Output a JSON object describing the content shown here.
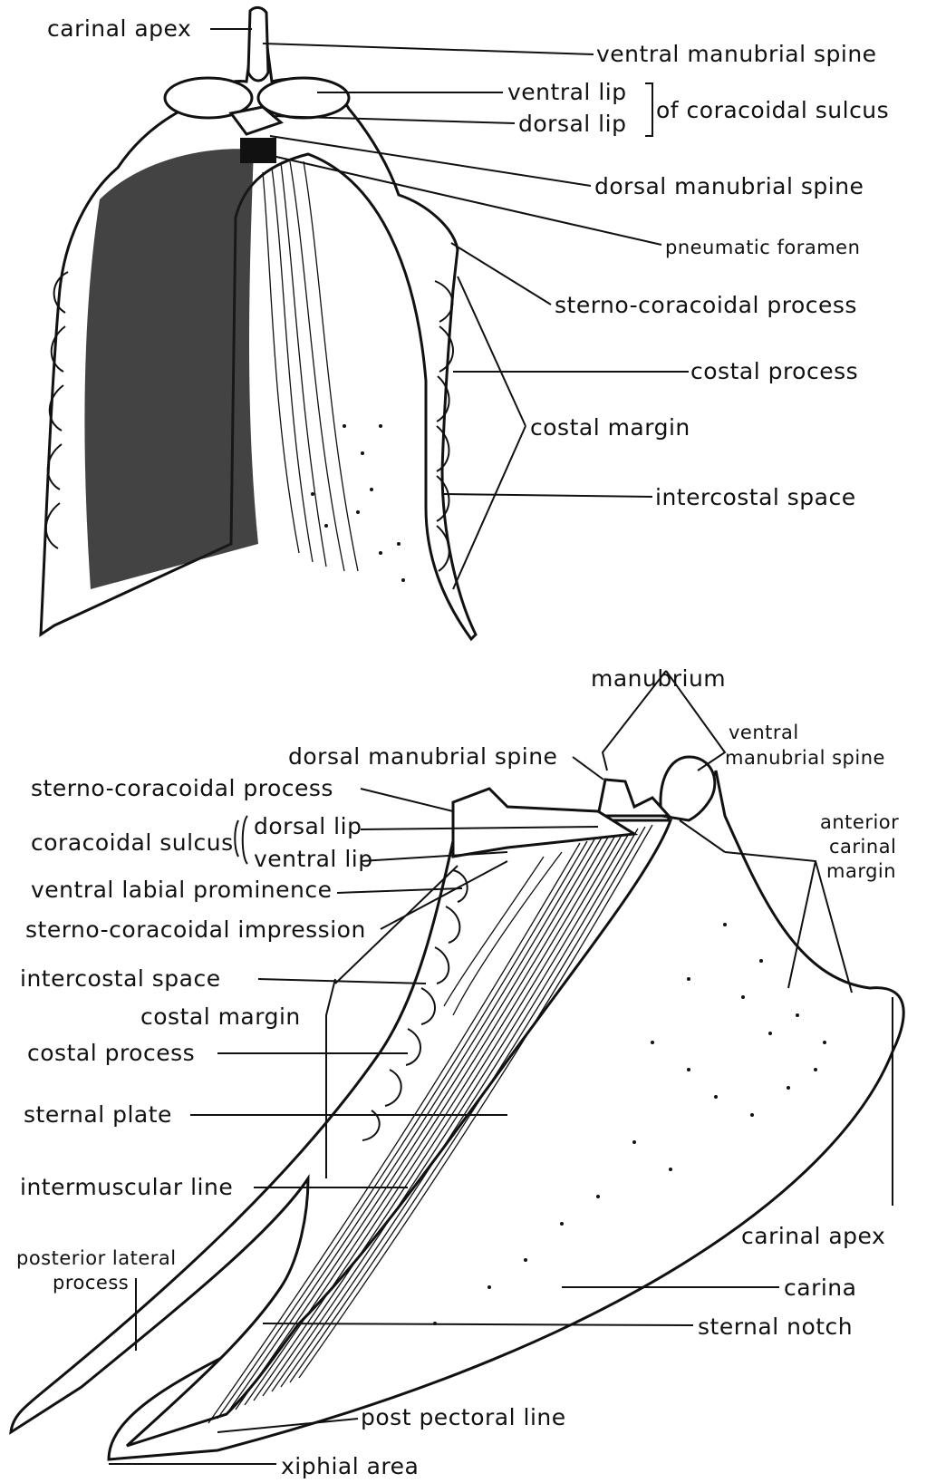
{
  "top_view": {
    "labels": {
      "carinal_apex": "carinal apex",
      "ventral_manubrial_spine": "ventral manubrial spine",
      "ventral_lip": "ventral lip",
      "dorsal_lip": "dorsal lip",
      "of_coracoidal_sulcus": "of coracoidal sulcus",
      "dorsal_manubrial_spine": "dorsal manubrial spine",
      "pneumatic_foramen": "pneumatic foramen",
      "sterno_coracoidal_process": "sterno-coracoidal process",
      "costal_process": "costal process",
      "costal_margin": "costal margin",
      "intercostal_space": "intercostal space"
    }
  },
  "lateral_view": {
    "labels": {
      "manubrium": "manubrium",
      "ventral": "ventral",
      "manubrial_spine": "manubrial spine",
      "dorsal_manubrial_spine": "dorsal manubrial spine",
      "sterno_coracoidal_process": "sterno-coracoidal process",
      "coracoidal_sulcus": "coracoidal sulcus",
      "dorsal_lip": "dorsal lip",
      "ventral_lip": "ventral lip",
      "ventral_labial_prominence": "ventral labial prominence",
      "sterno_coracoidal_impression": "sterno-coracoidal impression",
      "anterior": "anterior",
      "carinal": "carinal",
      "margin": "margin",
      "intercostal_space": "intercostal space",
      "costal_margin": "costal margin",
      "costal_process": "costal process",
      "sternal_plate": "sternal plate",
      "intermuscular_line": "intermuscular line",
      "carinal_apex": "carinal apex",
      "posterior_lateral": "posterior lateral",
      "process": "process",
      "carina": "carina",
      "sternal_notch": "sternal notch",
      "post_pectoral_line": "post pectoral line",
      "xiphial_area": "xiphial area"
    }
  },
  "colors": {
    "ink": "#111111",
    "paper": "#ffffff"
  }
}
